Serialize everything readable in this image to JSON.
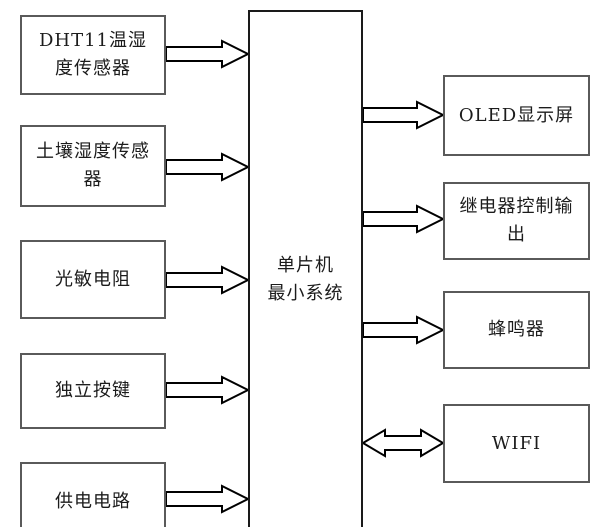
{
  "diagram": {
    "type": "block-diagram",
    "center_node": {
      "id": "mcu",
      "label": "单片机\n最小系统"
    },
    "left_nodes": [
      {
        "id": "dht11",
        "label": "DHT11温湿度传感器"
      },
      {
        "id": "soil",
        "label": "土壤湿度传感器"
      },
      {
        "id": "ldr",
        "label": "光敏电阻"
      },
      {
        "id": "keys",
        "label": "独立按键"
      },
      {
        "id": "power",
        "label": "供电电路"
      }
    ],
    "right_nodes": [
      {
        "id": "oled",
        "label": "OLED显示屏"
      },
      {
        "id": "relay",
        "label": "继电器控制输出"
      },
      {
        "id": "buzzer",
        "label": "蜂鸣器"
      },
      {
        "id": "wifi",
        "label": "WIFI"
      }
    ],
    "connections": [
      {
        "from": "dht11",
        "to": "mcu",
        "direction": "unidirectional"
      },
      {
        "from": "soil",
        "to": "mcu",
        "direction": "unidirectional"
      },
      {
        "from": "ldr",
        "to": "mcu",
        "direction": "unidirectional"
      },
      {
        "from": "keys",
        "to": "mcu",
        "direction": "unidirectional"
      },
      {
        "from": "power",
        "to": "mcu",
        "direction": "unidirectional"
      },
      {
        "from": "mcu",
        "to": "oled",
        "direction": "unidirectional"
      },
      {
        "from": "mcu",
        "to": "relay",
        "direction": "unidirectional"
      },
      {
        "from": "mcu",
        "to": "buzzer",
        "direction": "unidirectional"
      },
      {
        "from": "mcu",
        "to": "wifi",
        "direction": "bidirectional"
      }
    ]
  },
  "colors": {
    "background": "#ffffff",
    "box_border": "#5a5a5a",
    "center_box_border": "#1a1a1a",
    "text": "#1c1c1c",
    "arrow_outline": "#000000",
    "arrow_fill": "#ffffff"
  }
}
